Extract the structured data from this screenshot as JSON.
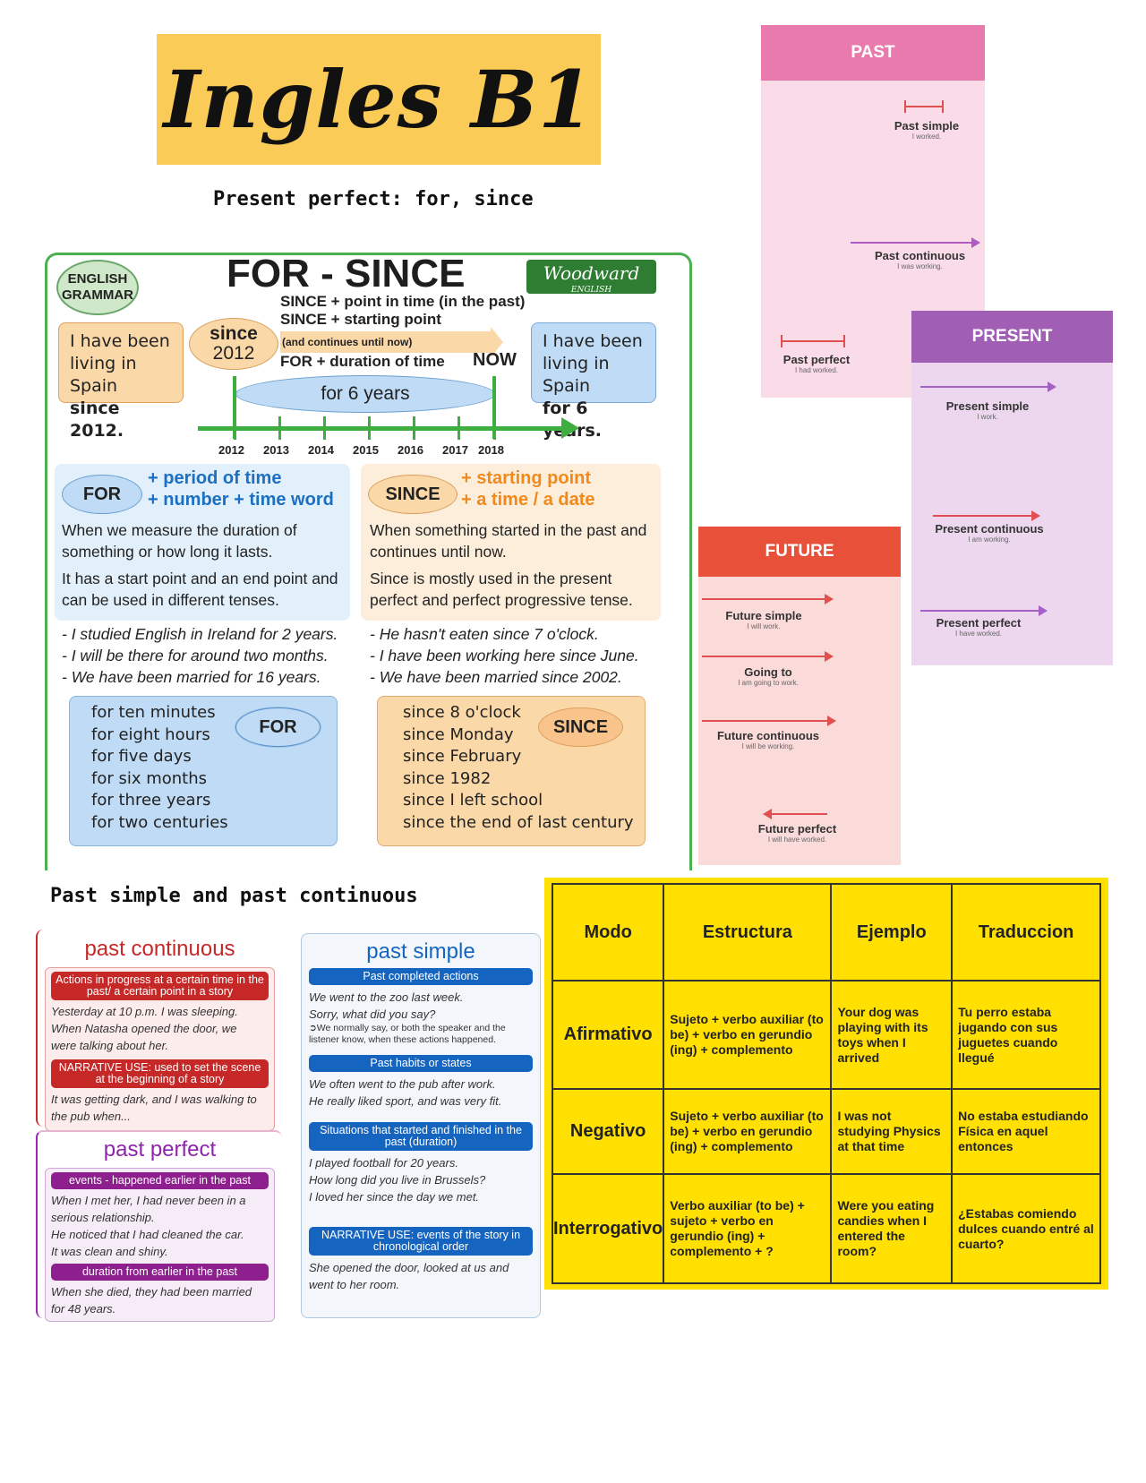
{
  "header": {
    "title": "Ingles B1",
    "section1": "Present perfect: for, since",
    "section2": "Past simple and past continuous"
  },
  "forsince": {
    "badge": "ENGLISH GRAMMAR",
    "heading": "FOR - SINCE",
    "logo": "Woodward",
    "logo_sub": "ENGLISH",
    "since_rule1": "SINCE + point in time (in the past)",
    "since_rule2": "SINCE + starting point",
    "since_note": "(and continues until now)",
    "for_rule": "FOR + duration of time",
    "now": "NOW",
    "since_pill": "since",
    "since_year": "2012",
    "left_box": [
      "I have been",
      "living in Spain",
      "since 2012."
    ],
    "right_box": [
      "I have been",
      "living in Spain",
      "for 6 years."
    ],
    "for_years": "for 6 years",
    "years": [
      "2012",
      "2013",
      "2014",
      "2015",
      "2016",
      "2017",
      "2018"
    ],
    "for_label": "FOR",
    "for_r1": "+ period of time",
    "for_r2": "+ number + time word",
    "since_label": "SINCE",
    "since_r1": "+ starting point",
    "since_r2": "+ a time / a date",
    "for_desc1": "When we measure the duration of something or how long it lasts.",
    "for_desc2": "It has a start point and an end point and can be used in different tenses.",
    "since_desc1": "When something started in the past and continues until now.",
    "since_desc2": "Since is mostly used in the present perfect and perfect progressive tense.",
    "for_ex": [
      "- I studied English in Ireland for 2 years.",
      "- I will be there for around two months.",
      "- We have been married for 16 years."
    ],
    "since_ex": [
      "- He hasn't eaten since 7 o'clock.",
      "- I have been working here since June.",
      "- We have been married since 2002."
    ],
    "for_list": [
      "for ten minutes",
      "for eight hours",
      "for five days",
      "for six months",
      "for three years",
      "for two centuries"
    ],
    "since_list": [
      "since 8 o'clock",
      "since Monday",
      "since February",
      "since 1982",
      "since I left school",
      "since the end of last century"
    ]
  },
  "tenses": {
    "past": {
      "title": "PAST",
      "color": "#e97aad",
      "items": [
        {
          "name": "Past simple",
          "ex": "I worked."
        },
        {
          "name": "Past continuous",
          "ex": "I was working."
        },
        {
          "name": "Past perfect",
          "ex": "I had worked."
        }
      ]
    },
    "present": {
      "title": "PRESENT",
      "color": "#a05eb5",
      "items": [
        {
          "name": "Present simple",
          "ex": "I work."
        },
        {
          "name": "Present continuous",
          "ex": "I am working."
        },
        {
          "name": "Present perfect",
          "ex": "I have worked."
        }
      ]
    },
    "future": {
      "title": "FUTURE",
      "color": "#e8503a",
      "items": [
        {
          "name": "Future simple",
          "ex": "I will work."
        },
        {
          "name": "Going to",
          "ex": "I am going to work."
        },
        {
          "name": "Future continuous",
          "ex": "I will be working."
        },
        {
          "name": "Future perfect",
          "ex": "I will have worked."
        }
      ]
    }
  },
  "past_continuous": {
    "title": "past continuous",
    "band1": "Actions in progress at a certain time in the past/ a certain point in a story",
    "ex1": [
      "Yesterday at 10 p.m. I was sleeping.",
      "When Natasha opened the door, we",
      "were talking about her."
    ],
    "band2": "NARRATIVE USE: used to set the scene at the beginning of a story",
    "ex2": [
      "It was getting dark, and I was walking to",
      "the pub when..."
    ]
  },
  "past_perfect": {
    "title": "past perfect",
    "band1": "events - happened earlier in the past",
    "ex1": [
      "When I met her, I had never been in a",
      "serious relationship.",
      "He noticed that I had cleaned the car.",
      "It was clean and shiny."
    ],
    "band2": "duration from earlier in the past",
    "ex2": [
      "When she died, they had been married",
      "for 48 years."
    ]
  },
  "past_simple": {
    "title": "past simple",
    "band1": "Past completed actions",
    "ex1": [
      "We went to the zoo last week.",
      "Sorry, what did you say?"
    ],
    "note1": "➲We normally say, or both the speaker and the listener know, when these actions happened.",
    "band2": "Past habits or states",
    "ex2": [
      "We often went to the pub after work.",
      "He really liked sport, and was very fit."
    ],
    "band3": "Situations that started and finished in the past (duration)",
    "ex3": [
      "I played football for 20 years.",
      "How long did you live in Brussels?",
      "I loved her since the day we met."
    ],
    "band4": "NARRATIVE USE: events of the story in chronological order",
    "ex4": [
      "She opened the door, looked at us and",
      "went to her room."
    ]
  },
  "table": {
    "headers": [
      "Modo",
      "Estructura",
      "Ejemplo",
      "Traduccion"
    ],
    "rows": [
      [
        "Afirmativo",
        "Sujeto + verbo auxiliar (to be) + verbo en gerundio (ing) + complemento",
        "Your dog was playing with its toys when I arrived",
        "Tu perro estaba jugando con sus juguetes cuando llegué"
      ],
      [
        "Negativo",
        "Sujeto + verbo auxiliar (to be) + verbo en gerundio (ing) + complemento",
        "I was not studying Physics at that time",
        "No estaba estudiando Física en aquel entonces"
      ],
      [
        "Interrogativo",
        "Verbo auxiliar (to be) + sujeto + verbo en gerundio (ing) + complemento + ?",
        "Were you eating candies when I entered the room?",
        "¿Estabas comiendo dulces cuando entré al cuarto?"
      ]
    ]
  }
}
